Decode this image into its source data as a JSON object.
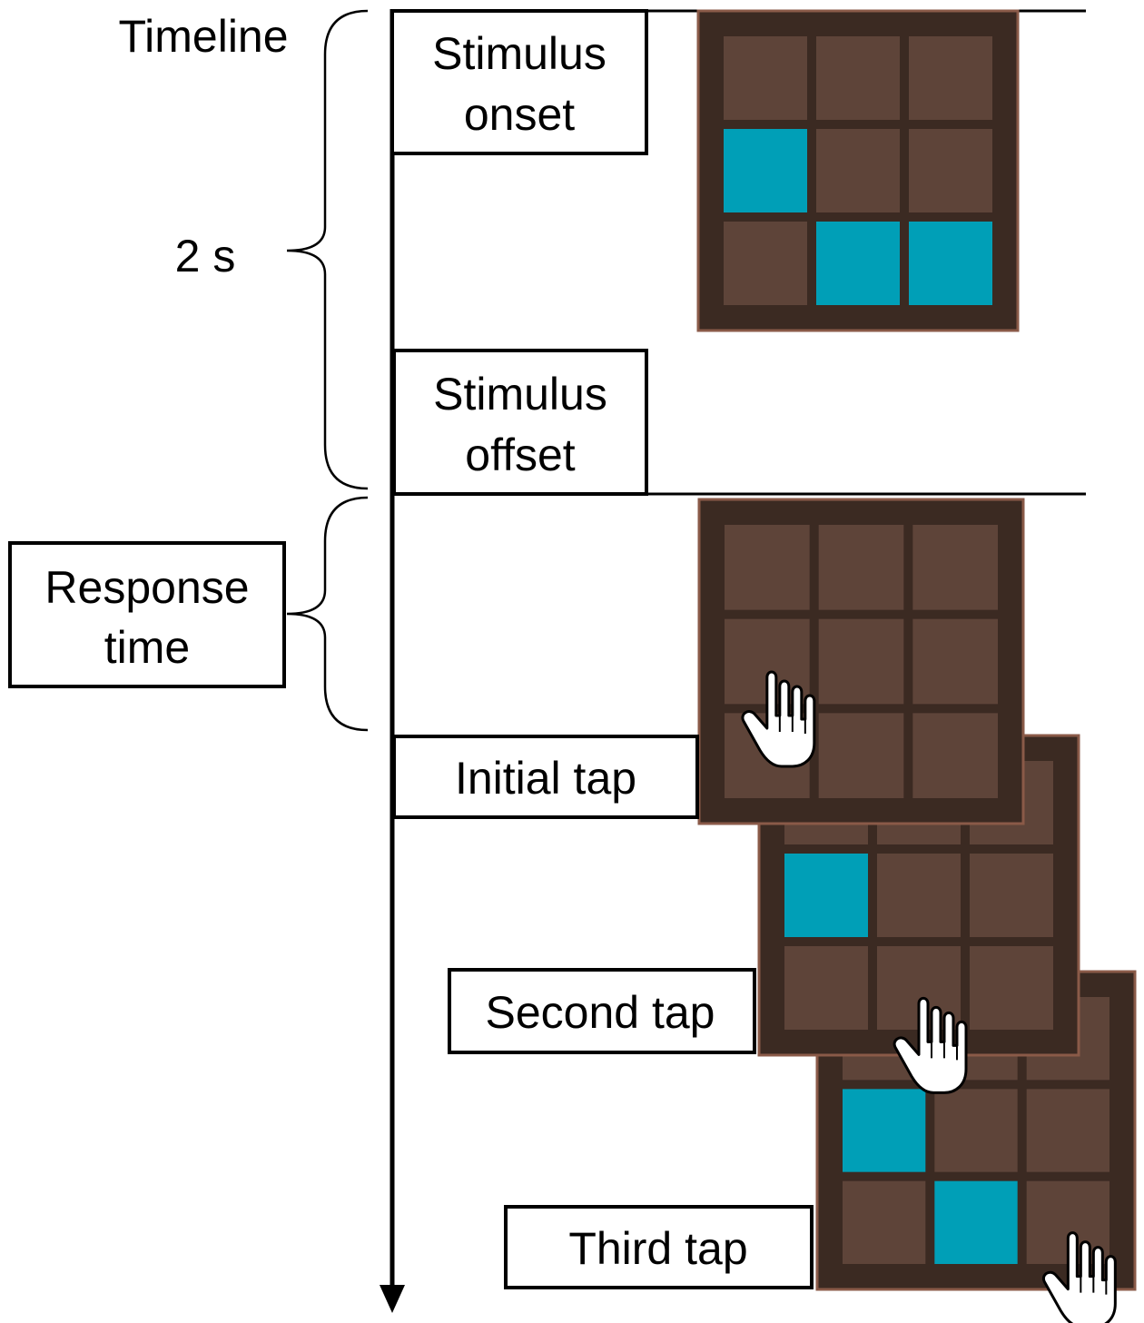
{
  "timeline": {
    "title": "Timeline",
    "duration_label": "2 s",
    "response_label": [
      "Response",
      "time"
    ]
  },
  "events": {
    "stimulus_onset": [
      "Stimulus",
      "onset"
    ],
    "stimulus_offset": [
      "Stimulus",
      "offset"
    ],
    "initial_tap": "Initial tap",
    "second_tap": "Second tap",
    "third_tap": "Third tap"
  },
  "colors": {
    "board_frame": "#3b2a22",
    "cell": "#5e4439",
    "highlight": "#009fb7",
    "line": "#000000"
  },
  "grids": [
    {
      "name": "stimulus-grid",
      "rows": 3,
      "cols": 3,
      "lit": [
        [
          1,
          0
        ],
        [
          2,
          1
        ],
        [
          2,
          2
        ]
      ],
      "hand": null
    },
    {
      "name": "initial-tap-grid",
      "rows": 3,
      "cols": 3,
      "lit": [],
      "hand": [
        1,
        0
      ]
    },
    {
      "name": "second-tap-grid",
      "rows": 3,
      "cols": 3,
      "lit": [
        [
          1,
          0
        ]
      ],
      "hand": [
        2,
        1
      ]
    },
    {
      "name": "third-tap-grid",
      "rows": 3,
      "cols": 3,
      "lit": [
        [
          1,
          0
        ],
        [
          2,
          1
        ]
      ],
      "hand": [
        2,
        2
      ]
    }
  ],
  "icons": {
    "hand": "pointing-hand-icon"
  }
}
